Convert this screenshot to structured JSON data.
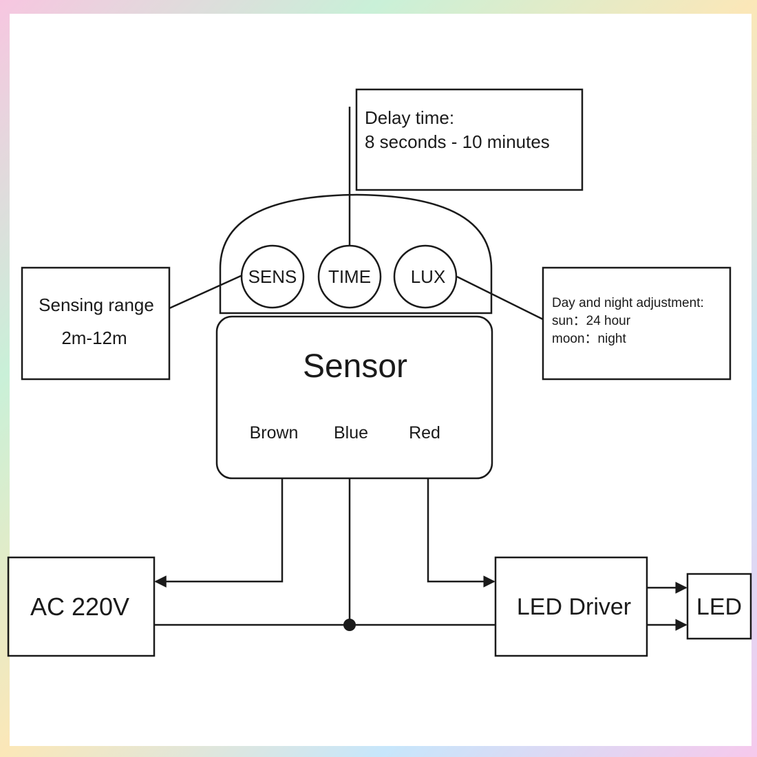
{
  "delay_box": {
    "line1": "Delay time:",
    "line2": "8 seconds -  10 minutes"
  },
  "knobs": {
    "sens": "SENS",
    "time": "TIME",
    "lux": "LUX"
  },
  "sensing_box": {
    "line1": "Sensing range",
    "line2": "2m-12m"
  },
  "day_night_box": {
    "line1": "Day and night adjustment:",
    "line2": "sun：24 hour",
    "line3": "moon：night"
  },
  "sensor_box": {
    "title": "Sensor",
    "wire_brown": "Brown",
    "wire_blue": "Blue",
    "wire_red": "Red"
  },
  "ac_box": {
    "label": "AC 220V"
  },
  "driver_box": {
    "label": "LED Driver"
  },
  "led_box": {
    "label": "LED"
  },
  "colors": {
    "stroke": "#1a1a1a",
    "background": "#ffffff"
  }
}
